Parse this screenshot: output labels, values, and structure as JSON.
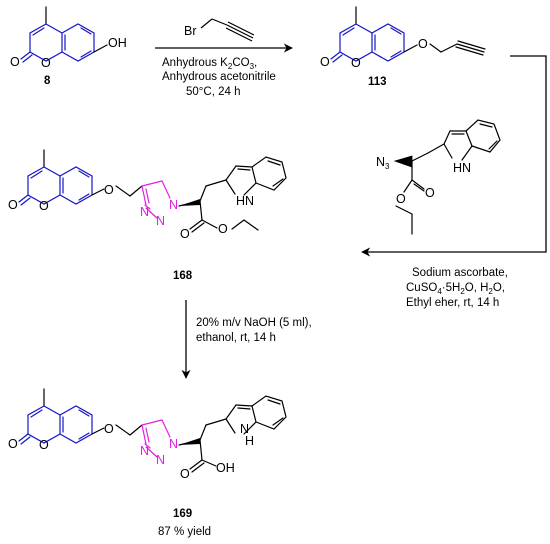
{
  "colors": {
    "bond": "#000000",
    "coumarin": "#1515c8",
    "triazole": "#e020e0",
    "arrow": "#000000"
  },
  "compounds": {
    "c8": "8",
    "c113": "113",
    "c168": "168",
    "c169": "169"
  },
  "reagents": {
    "propargyl_bromide": "Br",
    "azide": "N",
    "azide_sub": "3"
  },
  "atoms": {
    "O": "O",
    "OH": "OH",
    "HN": "HN",
    "H": "H",
    "N": "N"
  },
  "conditions": {
    "step1": {
      "line1": "Anhydrous K",
      "line1_sub": "2",
      "line1_after": "CO",
      "line1_sub2": "3",
      "line1_end": ",",
      "line2": "Anhydrous acetonitrile",
      "line3": "50°C, 24 h"
    },
    "step2": {
      "line1": "Sodium ascorbate,",
      "line2_a": "CuSO",
      "line2_sub": "4",
      "line2_b": "·5H",
      "line2_sub2": "2",
      "line2_c": "O, H",
      "line2_sub3": "2",
      "line2_d": "O,",
      "line3": "Ethyl eher, rt, 14 h"
    },
    "step3": {
      "line1": "20% m/v NaOH (5 ml),",
      "line2": "ethanol, rt, 14 h"
    }
  },
  "yield": "87 % yield"
}
